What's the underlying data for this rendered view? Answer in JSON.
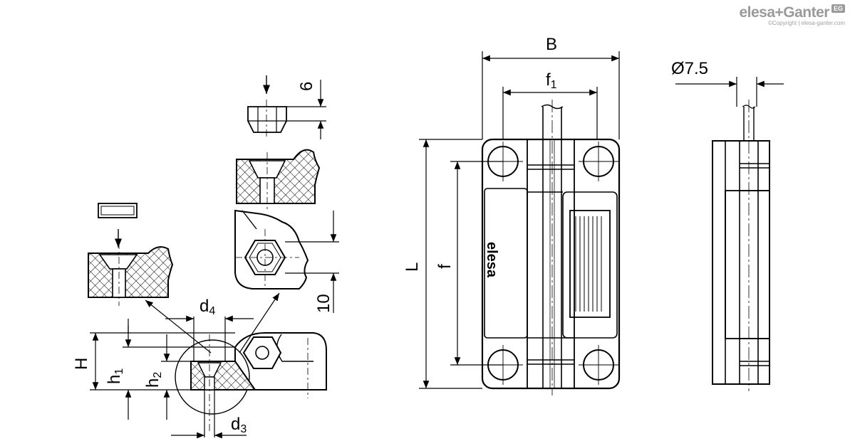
{
  "brand": {
    "name": "elesa+Ganter",
    "badge": "EG",
    "copyright": "©Copyright | elesa-ganter.com"
  },
  "labels": {
    "B": "B",
    "f1_main": "f",
    "f1_sub": "1",
    "L": "L",
    "f": "f",
    "d_7_5": "Ø7.5",
    "H": "H",
    "h1_main": "h",
    "h1_sub": "1",
    "h2_main": "h",
    "h2_sub": "2",
    "d4_main": "d",
    "d4_sub": "4",
    "d3_main": "d",
    "d3_sub": "3",
    "six": "6",
    "ten": "10",
    "logo": "elesa"
  },
  "colors": {
    "line": "#000000",
    "hatch": "#000000",
    "background": "#ffffff"
  }
}
